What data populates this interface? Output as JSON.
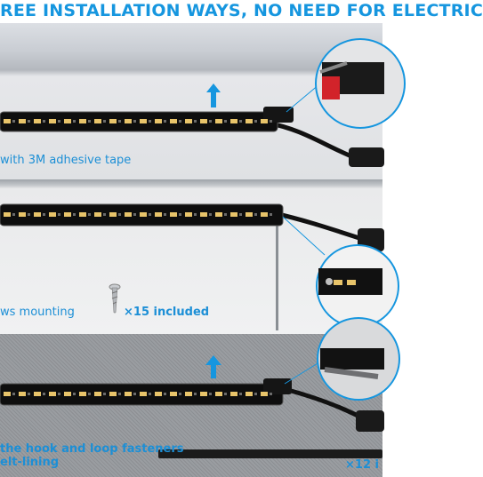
{
  "header": {
    "title": "REE INSTALLATION WAYS, NO NEED FOR ELECTRIC"
  },
  "section_1": {
    "caption": "with 3M adhesive tape"
  },
  "section_2": {
    "caption": "ws mounting",
    "screw_count": "×15 included"
  },
  "section_3": {
    "caption_line_1": "the hook and loop fasteners",
    "caption_line_2": "elt-lining",
    "strap_count": "×12 i"
  },
  "colors": {
    "accent_blue": "#1696df",
    "led_amber": "#e8c46a"
  },
  "icons": [
    "up-arrow-icon",
    "screw-icon",
    "zoom-circle-icon"
  ]
}
